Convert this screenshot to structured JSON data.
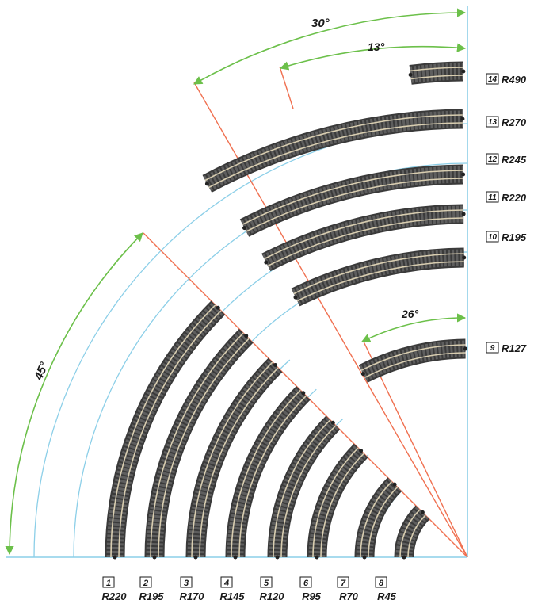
{
  "colors": {
    "radius_line": "#8ccfe8",
    "axis_line": "#8ccfe8",
    "cut_line": "#f07050",
    "angle_arrow": "#6cc04a",
    "sleeper": "#5e5e5e",
    "rail": "#d8cdb0",
    "label_text": "#1a1a1a"
  },
  "angles": {
    "a30": "30°",
    "a13": "13°",
    "a26": "26°",
    "a45": "45°"
  },
  "bottom_tracks": [
    {
      "number": "1",
      "radius": "R220"
    },
    {
      "number": "2",
      "radius": "R195"
    },
    {
      "number": "3",
      "radius": "R170"
    },
    {
      "number": "4",
      "radius": "R145"
    },
    {
      "number": "5",
      "radius": "R120"
    },
    {
      "number": "6",
      "radius": "R95"
    },
    {
      "number": "7",
      "radius": "R70"
    },
    {
      "number": "8",
      "radius": "R45"
    }
  ],
  "side_tracks": [
    {
      "number": "14",
      "radius": "R490"
    },
    {
      "number": "13",
      "radius": "R270"
    },
    {
      "number": "12",
      "radius": "R245"
    },
    {
      "number": "11",
      "radius": "R220"
    },
    {
      "number": "10",
      "radius": "R195"
    },
    {
      "number": "9",
      "radius": "R127"
    }
  ]
}
